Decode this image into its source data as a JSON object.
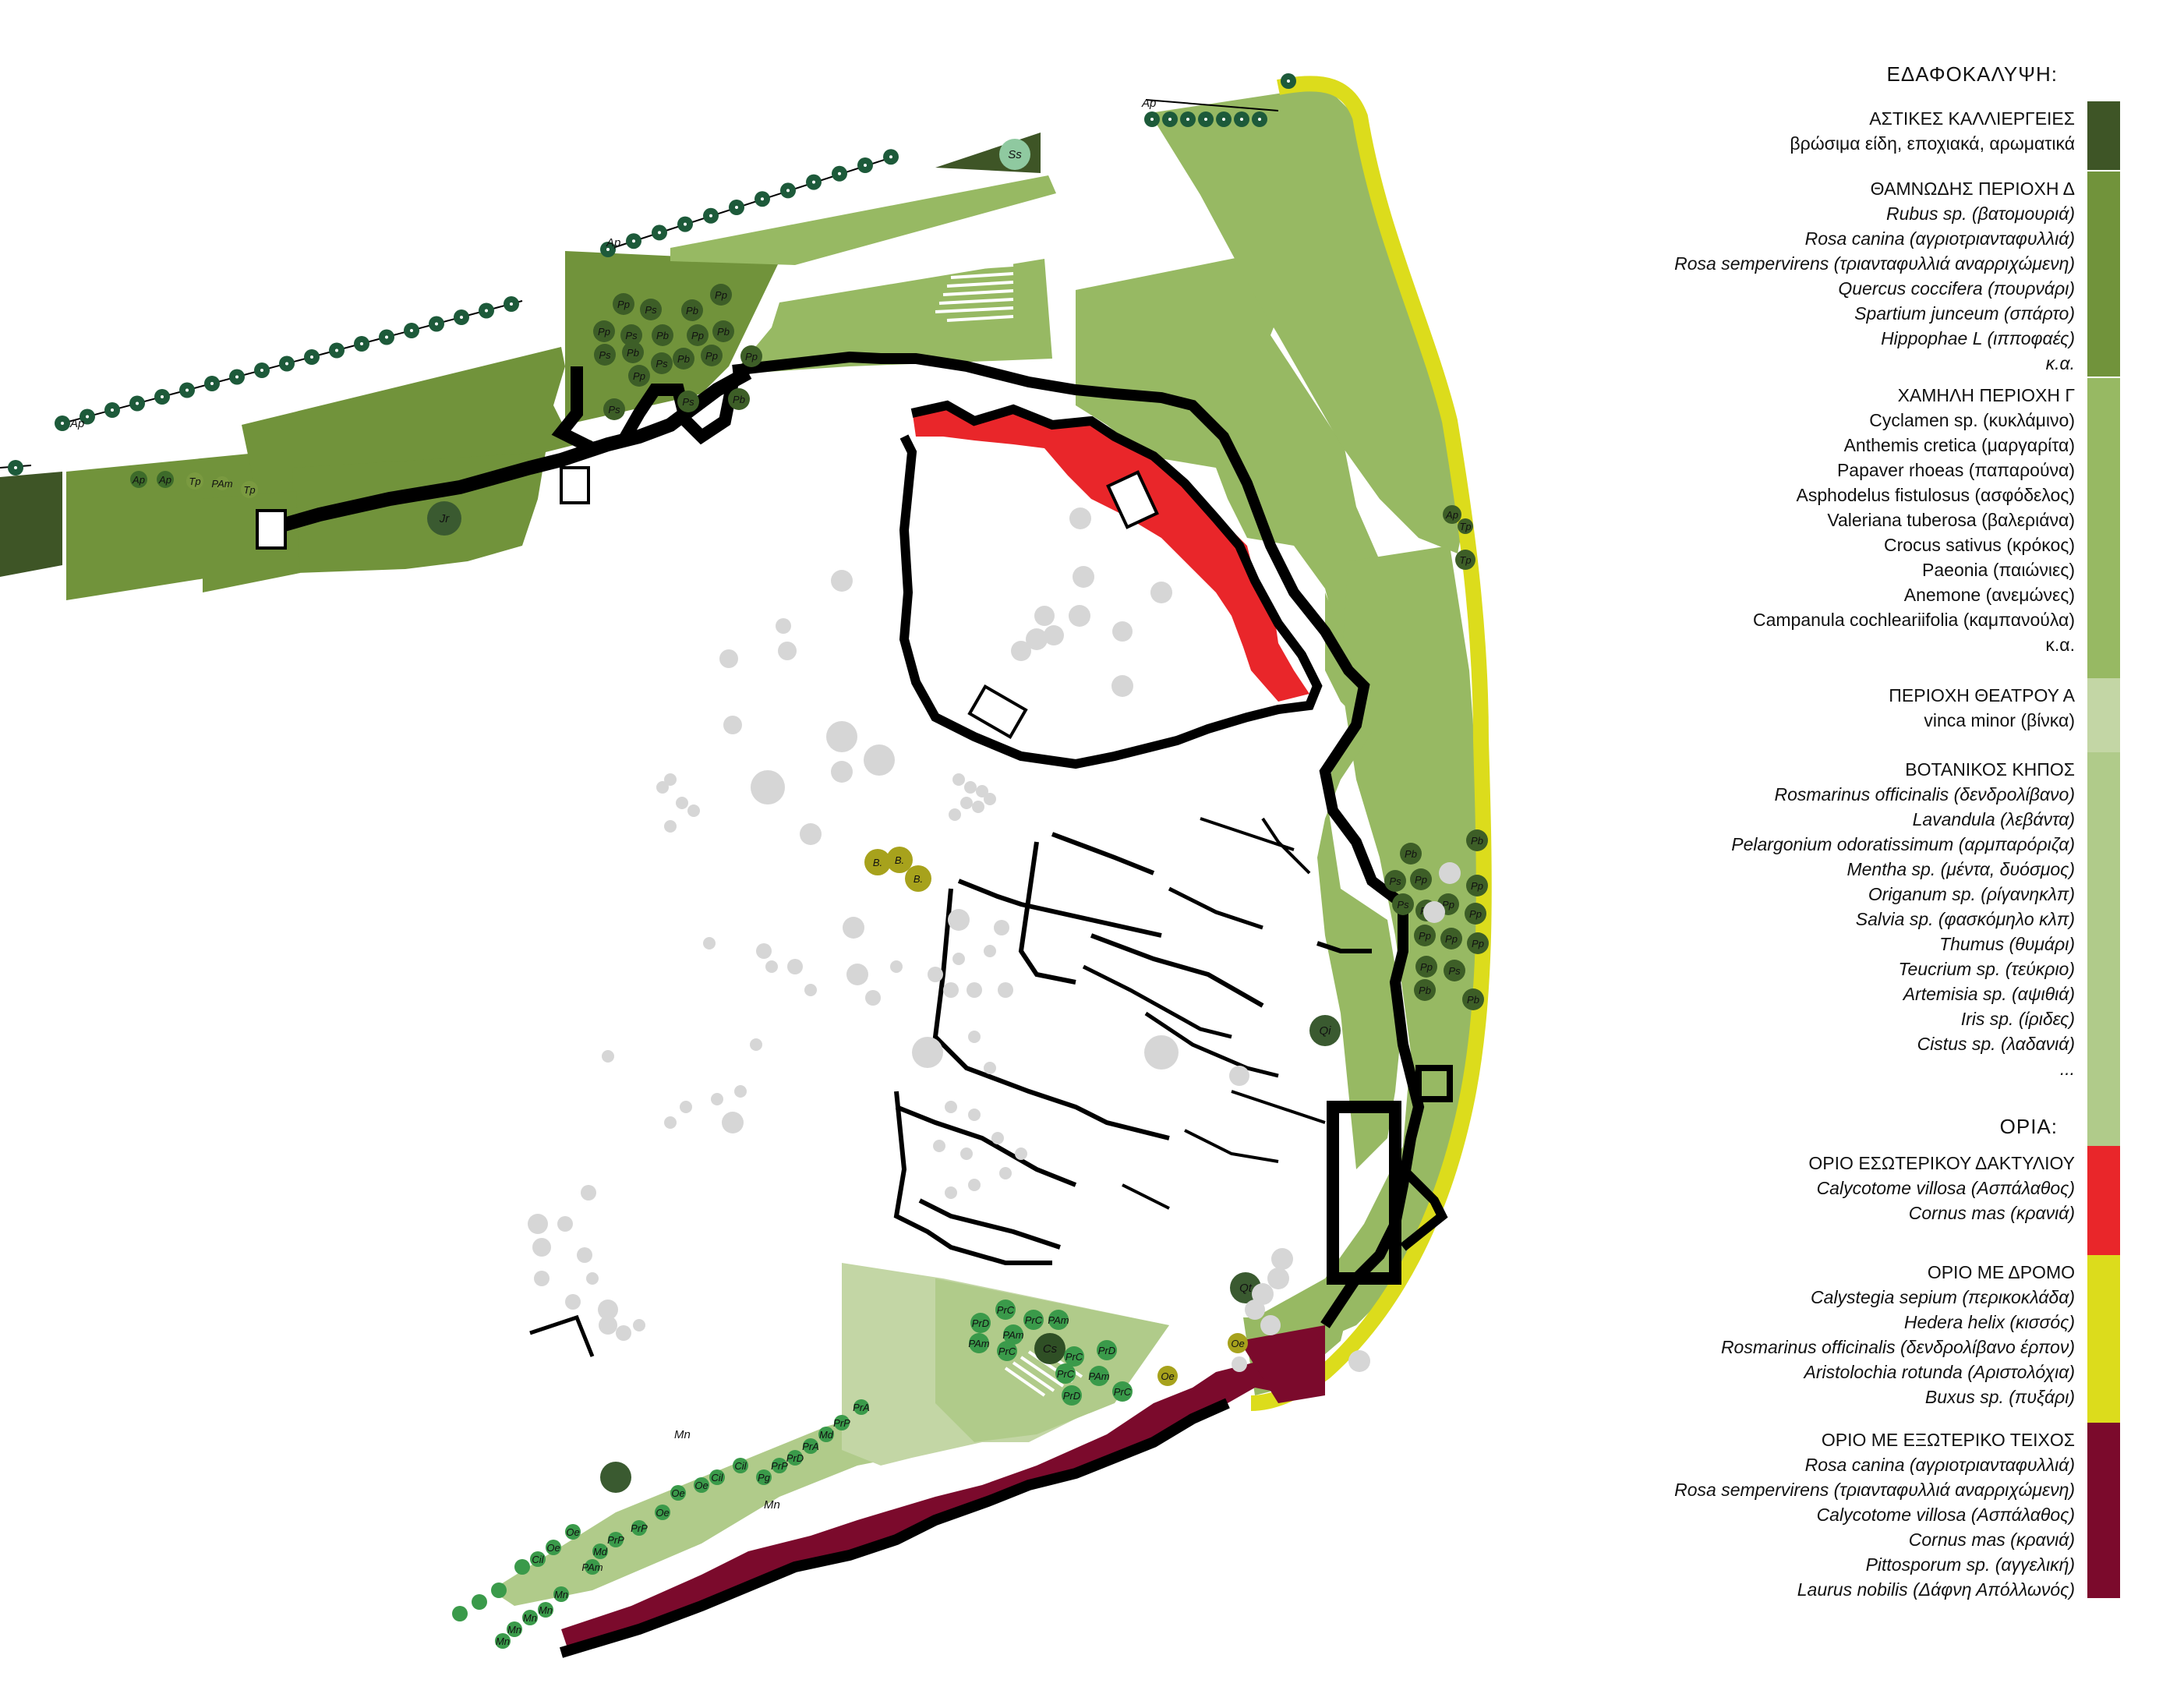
{
  "legend": {
    "ground_cover_heading": "ΕΔΑΦΟΚΑΛΥΨΗ:",
    "borders_heading": "ΟΡΙΑ:",
    "sections": [
      {
        "title": "ΑΣΤΙΚΕΣ ΚΑΛΛΙΕΡΓΕΙΕΣ",
        "color": "#3e5526",
        "items": [
          "βρώσιμα είδη, εποχιακά, αρωματικά"
        ],
        "plain": true
      },
      {
        "title": "ΘΑΜΝΩΔΗΣ ΠΕΡΙΟΧΗ Δ",
        "color": "#71933b",
        "items": [
          "Rubus sp. (βατομουριά)",
          "Rosa canina (αγριοτριανταφυλλιά)",
          "Rosa sempervirens (τριανταφυλλιά αναρριχώμενη)",
          "Quercus coccifera (πουρνάρι)",
          "Spartium junceum (σπάρτο)",
          "Hippophae L (ιπποφαές)",
          "κ.α."
        ]
      },
      {
        "title": "ΧΑΜΗΛΗ ΠΕΡΙΟΧΗ Γ",
        "color": "#97b963",
        "items": [
          "Cyclamen sp. (κυκλάμινο)",
          "Anthemis cretica (μαργαρίτα)",
          "Papaver rhoeas (παπαρούνα)",
          "Asphodelus fistulosus (ασφόδελος)",
          "Valeriana tuberosa (βαλεριάνα)",
          "Crocus sativus (κρόκος)",
          "Paeonia (παιώνιες)",
          "Anemone (ανεμώνες)",
          "Campanula cochleariifolia (καμπανούλα)",
          "κ.α."
        ],
        "plain": true
      },
      {
        "title": "ΠΕΡΙΟΧΗ ΘΕΑΤΡΟΥ Α",
        "color": "#c3d6a5",
        "items": [
          "vinca minor (βίνκα)"
        ],
        "plain": true
      },
      {
        "title": "ΒΟΤΑΝΙΚΟΣ ΚΗΠΟΣ",
        "color": "#b0cb8a",
        "items": [
          "Rosmarinus officinalis (δενδρολίβανο)",
          "Lavandula (λεβάντα)",
          "Pelargonium odoratissimum (αρμπαρόριζα)",
          "Mentha sp. (μέντα, δυόσμος)",
          "Origanum sp. (ρίγανηκλπ)",
          "Salvia sp. (φασκόμηλο κλπ)",
          "Thumus (θυμάρι)",
          "Teucrium sp. (τεύκριο)",
          "Artemisia sp. (αψιθιά)",
          "Iris sp. (ίριδες)",
          "Cistus sp. (λαδανιά)",
          "..."
        ]
      },
      {
        "title": "ΟΡΙΟ ΕΣΩΤΕΡΙΚΟΥ ΔΑΚΤΥΛΙΟΥ",
        "color": "#e9262a",
        "items": [
          "Calycotome villosa (Ασπάλαθος)",
          "Cornus mas (κρανιά)"
        ],
        "border": true
      },
      {
        "title": "ΟΡΙΟ ΜΕ ΔΡΟΜΟ",
        "color": "#dcdc1c",
        "items": [
          "Calystegia sepium (περικοκλάδα)",
          "Hedera helix (κισσός)",
          "Rosmarinus officinalis (δενδρολίβανο έρπον)",
          "Aristolochia rotunda (Αριστολόχια)",
          "Buxus sp. (πυξάρι)"
        ],
        "border": true
      },
      {
        "title": "ΟΡΙΟ ΜΕ ΕΞΩΤΕΡΙΚΟ ΤΕΙΧΟΣ",
        "color": "#7b0a2c",
        "items": [
          "Rosa canina (αγριοτριανταφυλλιά)",
          "Rosa sempervirens (τριανταφυλλιά αναρριχώμενη)",
          "Calycotome villosa (Ασπάλαθος)",
          "Cornus mas (κρανιά)",
          "Pittosporum sp. (αγγελική)",
          "Laurus nobilis (Δάφνη Απόλλωνός)"
        ],
        "border": true
      }
    ]
  },
  "map_labels": {
    "ap": "Ap",
    "ss": "Ss",
    "tp": "Tp",
    "pam": "PAm",
    "jr": "Jr",
    "pp": "Pp",
    "pb": "Pb",
    "ps": "Ps",
    "qi": "Qi",
    "qt": "Qt",
    "oe": "Oe",
    "cs": "Cs",
    "prc": "PrC",
    "prd": "PrD",
    "pra": "PrA",
    "md": "Md",
    "mn": "Mn",
    "b": "B.",
    "pg": "Pg",
    "cil": "Cil",
    "prp": "PrP"
  },
  "colors": {
    "urban": "#3e5526",
    "shrub": "#71933b",
    "low": "#97b963",
    "theatre": "#c3d6a5",
    "botanic": "#b0cb8a",
    "inner_border": "#e9262a",
    "road_border": "#dcdc1c",
    "outer_wall": "#7b0a2c",
    "tree_dark": "#1d5a3a",
    "tree_mid": "#3d6b2a",
    "tree_light": "#3a9a4a",
    "tree_olive": "#a7a21c",
    "grey_tree": "#d6d6d6",
    "wall": "#000000"
  }
}
